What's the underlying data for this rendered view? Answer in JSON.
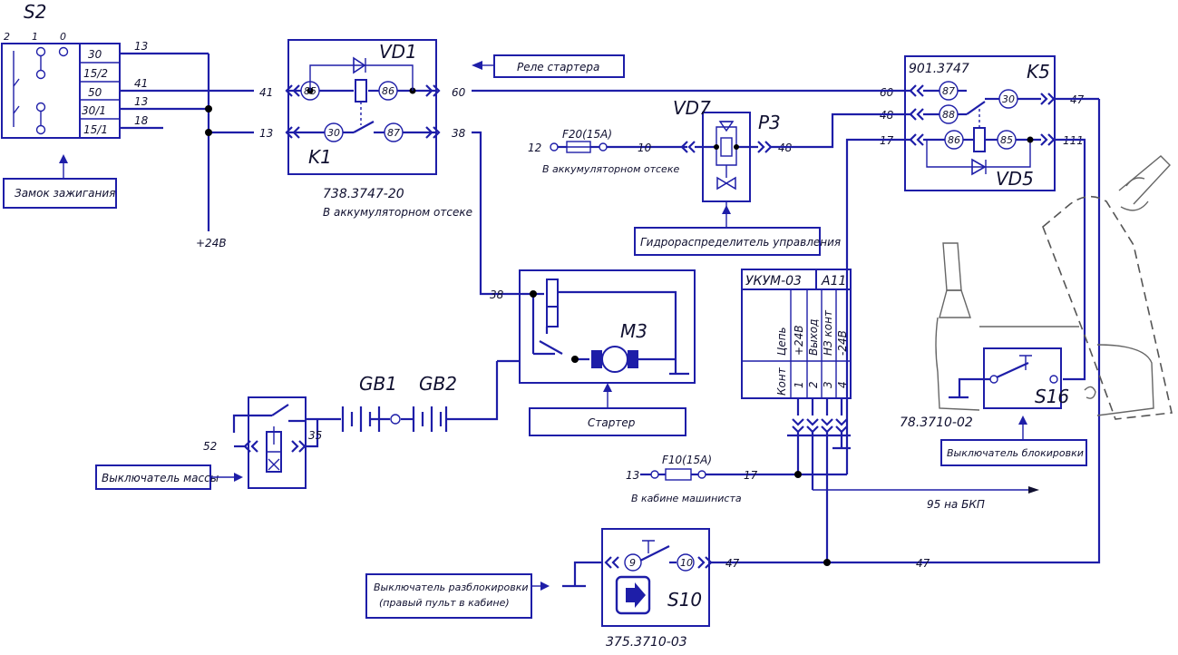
{
  "labels": {
    "s2": "S2",
    "s2_pos": [
      "2",
      "1",
      "0"
    ],
    "s2_terms": [
      "30",
      "15/2",
      "50",
      "30/1",
      "15/1"
    ],
    "s2_wires": [
      "13",
      "41",
      "13",
      "18"
    ],
    "plus24": "+24В",
    "zamok": "Замок зажигания",
    "vd1": "VD1",
    "k1": "K1",
    "k1_pins": [
      "85",
      "86",
      "30",
      "87"
    ],
    "k1_wires": [
      "41",
      "60",
      "13",
      "38"
    ],
    "k1_part": "738.3747-20",
    "k1_note": "В аккумуляторном отсеке",
    "rele": "Реле стартера",
    "vd7": "VD7",
    "p3": "P3",
    "f20": "F20(15A)",
    "f20_wires": [
      "12",
      "10",
      "48"
    ],
    "f20_note": "В аккумуляторном отсеке",
    "gidro": "Гидрораспределитель управления",
    "k5_part": "901.3747",
    "k5": "K5",
    "vd5": "VD5",
    "k5_pins": [
      "87",
      "30",
      "88",
      "86",
      "85"
    ],
    "k5_wires": [
      "60",
      "48",
      "17",
      "47",
      "111"
    ],
    "ukum": "УКУМ-03",
    "a11": "A11",
    "ukum_cols": [
      "Цепь",
      "+24В",
      "Выход",
      "НЗ конт",
      "-24В"
    ],
    "ukum_konts": [
      "Конт",
      "1",
      "2",
      "3",
      "4"
    ],
    "m3": "M3",
    "starter": "Стартер",
    "starter_wire": "38",
    "gb1": "GB1",
    "gb2": "GB2",
    "mass_wires": [
      "52",
      "35"
    ],
    "mass": "Выключатель массы",
    "f10": "F10(15A)",
    "f10_wires": [
      "13",
      "17"
    ],
    "f10_note": "В кабине машиниста",
    "bkp": "95 на БКП",
    "s16": "S16",
    "s16_part": "78.3710-02",
    "blok": "Выключатель блокировки",
    "s10": "S10",
    "s10_pins": [
      "9",
      "10"
    ],
    "s10_wires": [
      "47",
      "47"
    ],
    "s10_part": "375.3710-03",
    "razblok1": "Выключатель разблокировки",
    "razblok2": "(правый пульт в кабине)"
  }
}
